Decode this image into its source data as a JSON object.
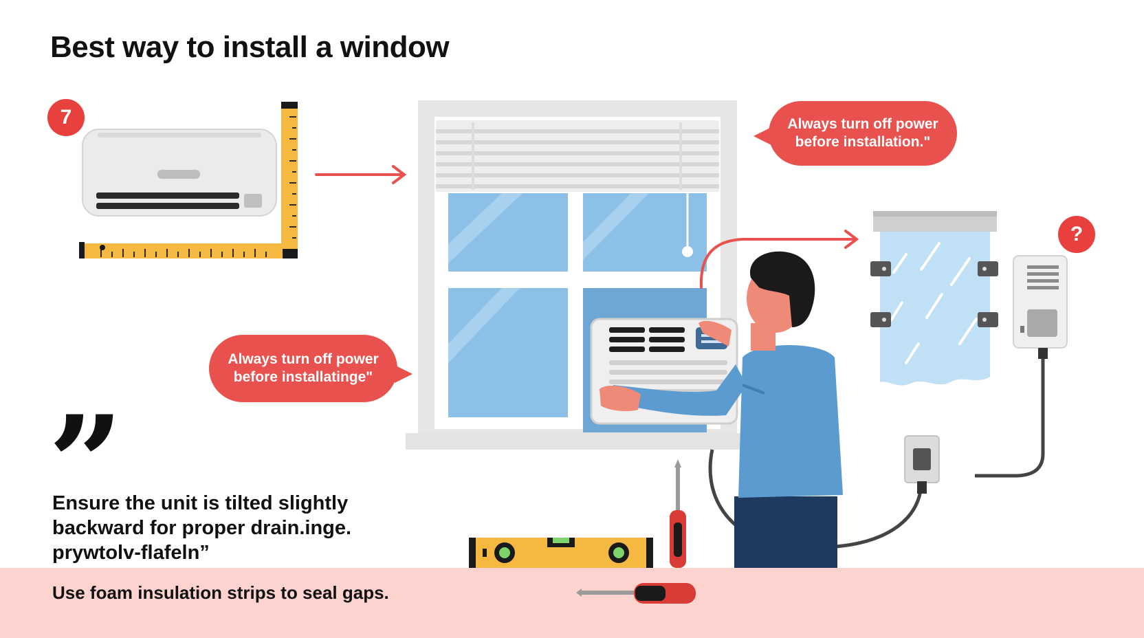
{
  "title": "Best way to install a window",
  "badges": {
    "step": "7",
    "help": "?"
  },
  "callouts": [
    {
      "line1": "Always turn off power",
      "line2": "before installation.\""
    },
    {
      "line1": "Always turn off power",
      "line2": "before installatinge\""
    }
  ],
  "tip": {
    "quote_mark": "”",
    "line1": "Ensure the unit is tilted slightly",
    "line2": "backward for proper drain.inge.",
    "line3": "prywtolv-flafeln”"
  },
  "footer": "Use foam insulation strips to seal gaps.",
  "colors": {
    "accent_red": "#e8403d",
    "callout_red": "#e8514d",
    "footer_band": "#fdd3cf",
    "glass_blue": "#8cc0e6",
    "shirt_blue": "#5b9bd0",
    "tape_yellow": "#f5b942"
  },
  "icons": [
    "wall-ac-unit-icon",
    "tape-measure-icon",
    "arrow-right-icon",
    "window-icon",
    "window-ac-unit-icon",
    "person-installer-icon",
    "window-panel-icon",
    "thermostat-icon",
    "wall-outlet-icon",
    "spirit-level-icon",
    "screwdriver-icon"
  ]
}
